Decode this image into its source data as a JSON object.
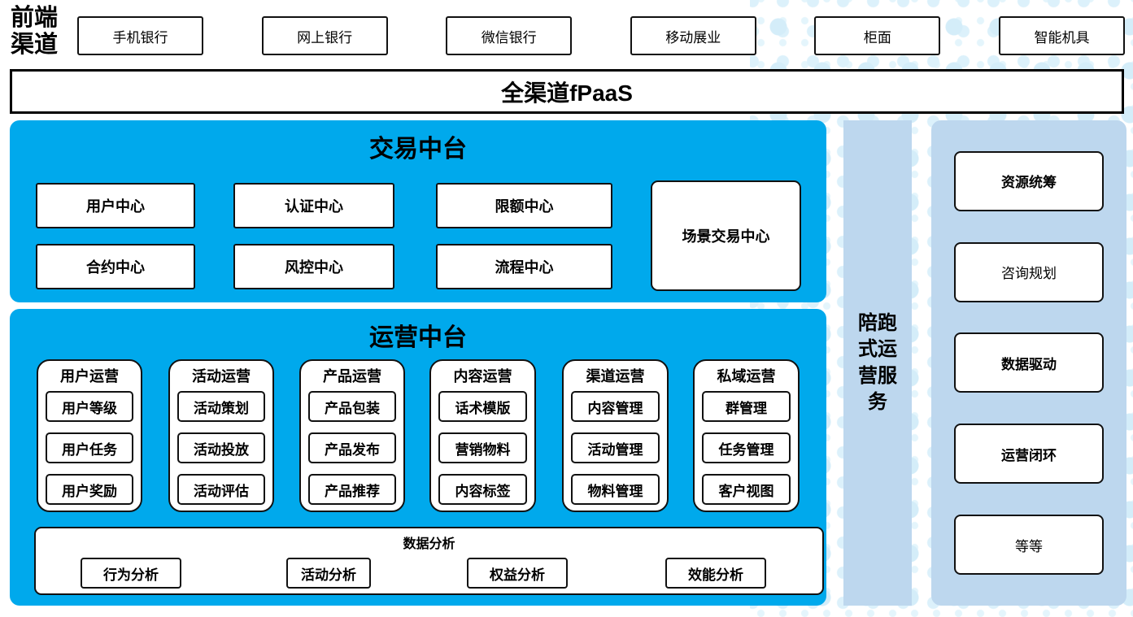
{
  "front_channel": {
    "label": "前端渠道"
  },
  "channels": [
    "手机银行",
    "网上银行",
    "微信银行",
    "移动展业",
    "柜面",
    "智能机具"
  ],
  "fpaas": {
    "label": "全渠道fPaaS"
  },
  "trade_platform": {
    "title": "交易中台",
    "centers_row1": [
      "用户中心",
      "认证中心",
      "限额中心"
    ],
    "centers_row2": [
      "合约中心",
      "风控中心",
      "流程中心"
    ],
    "scene_center": "场景交易中心"
  },
  "ops_platform": {
    "title": "运营中台",
    "columns": [
      {
        "header": "用户运营",
        "items": [
          "用户等级",
          "用户任务",
          "用户奖励"
        ]
      },
      {
        "header": "活动运营",
        "items": [
          "活动策划",
          "活动投放",
          "活动评估"
        ]
      },
      {
        "header": "产品运营",
        "items": [
          "产品包装",
          "产品发布",
          "产品推荐"
        ]
      },
      {
        "header": "内容运营",
        "items": [
          "话术模版",
          "营销物料",
          "内容标签"
        ]
      },
      {
        "header": "渠道运营",
        "items": [
          "内容管理",
          "活动管理",
          "物料管理"
        ]
      },
      {
        "header": "私域运营",
        "items": [
          "群管理",
          "任务管理",
          "客户视图"
        ]
      }
    ],
    "analysis": {
      "title": "数据分析",
      "items": [
        "行为分析",
        "活动分析",
        "权益分析",
        "效能分析"
      ]
    }
  },
  "coach_bar": {
    "label": "陪跑式运营服务"
  },
  "right_panel": {
    "items": [
      {
        "label": "资源统筹",
        "bold": true
      },
      {
        "label": "咨询规划",
        "bold": false
      },
      {
        "label": "数据驱动",
        "bold": true
      },
      {
        "label": "运营闭环",
        "bold": true
      },
      {
        "label": "等等",
        "bold": false
      }
    ]
  },
  "colors": {
    "accent_blue": "#00a9ec",
    "light_blue": "#bdd7ee",
    "dot_color": "#d4edf9",
    "box_border": "#111111"
  }
}
